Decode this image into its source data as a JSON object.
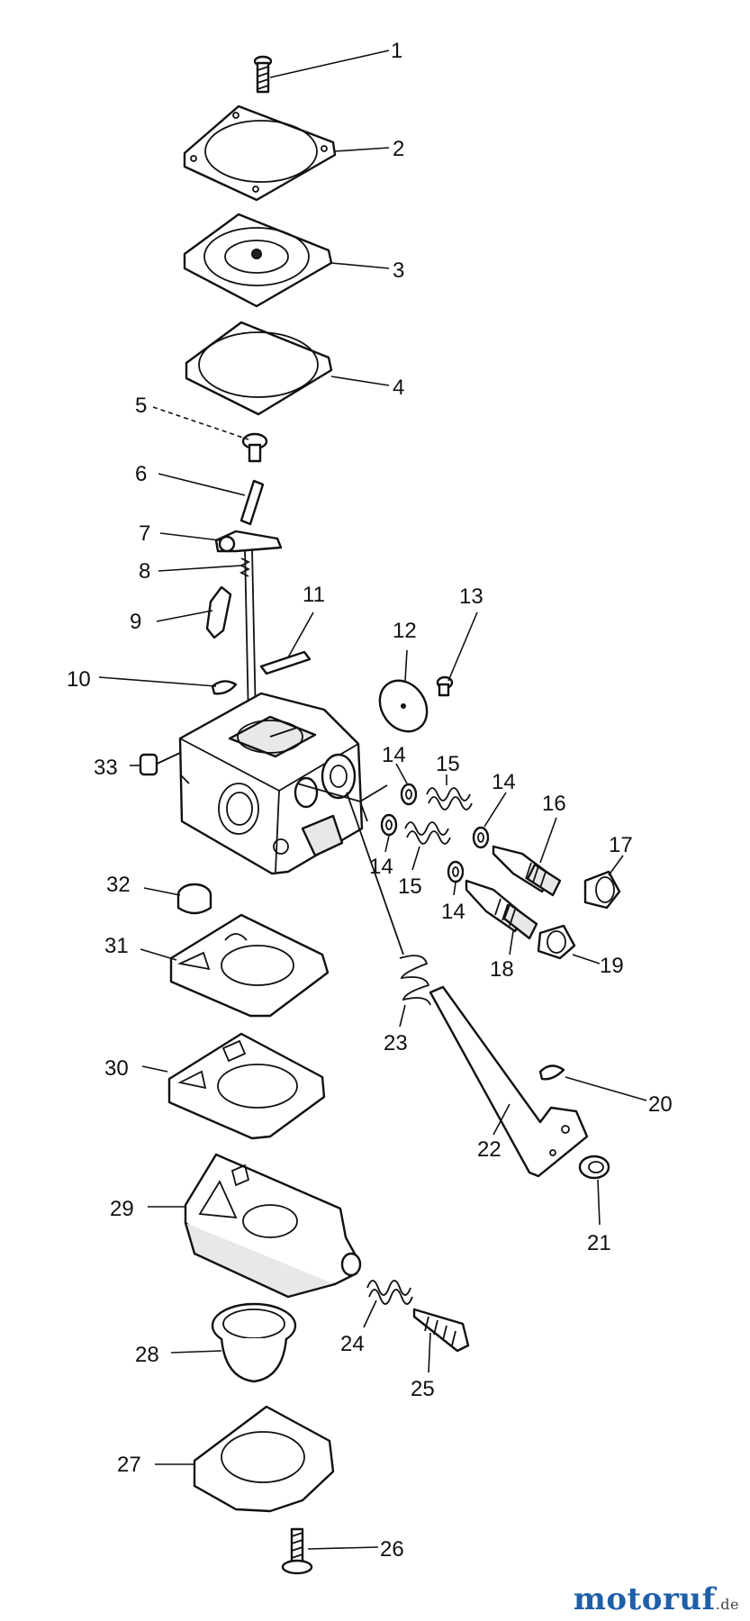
{
  "callouts": [
    "1",
    "2",
    "3",
    "4",
    "5",
    "6",
    "7",
    "8",
    "9",
    "10",
    "11",
    "12",
    "13",
    "14",
    "14",
    "14",
    "14",
    "15",
    "15",
    "16",
    "17",
    "18",
    "19",
    "20",
    "21",
    "22",
    "23",
    "24",
    "25",
    "26",
    "27",
    "28",
    "29",
    "30",
    "31",
    "32",
    "33"
  ],
  "watermark": {
    "name": "motoruf",
    "tld": ".de"
  },
  "colors": {
    "line": "#111111",
    "watermark": "#1f5fa8"
  }
}
